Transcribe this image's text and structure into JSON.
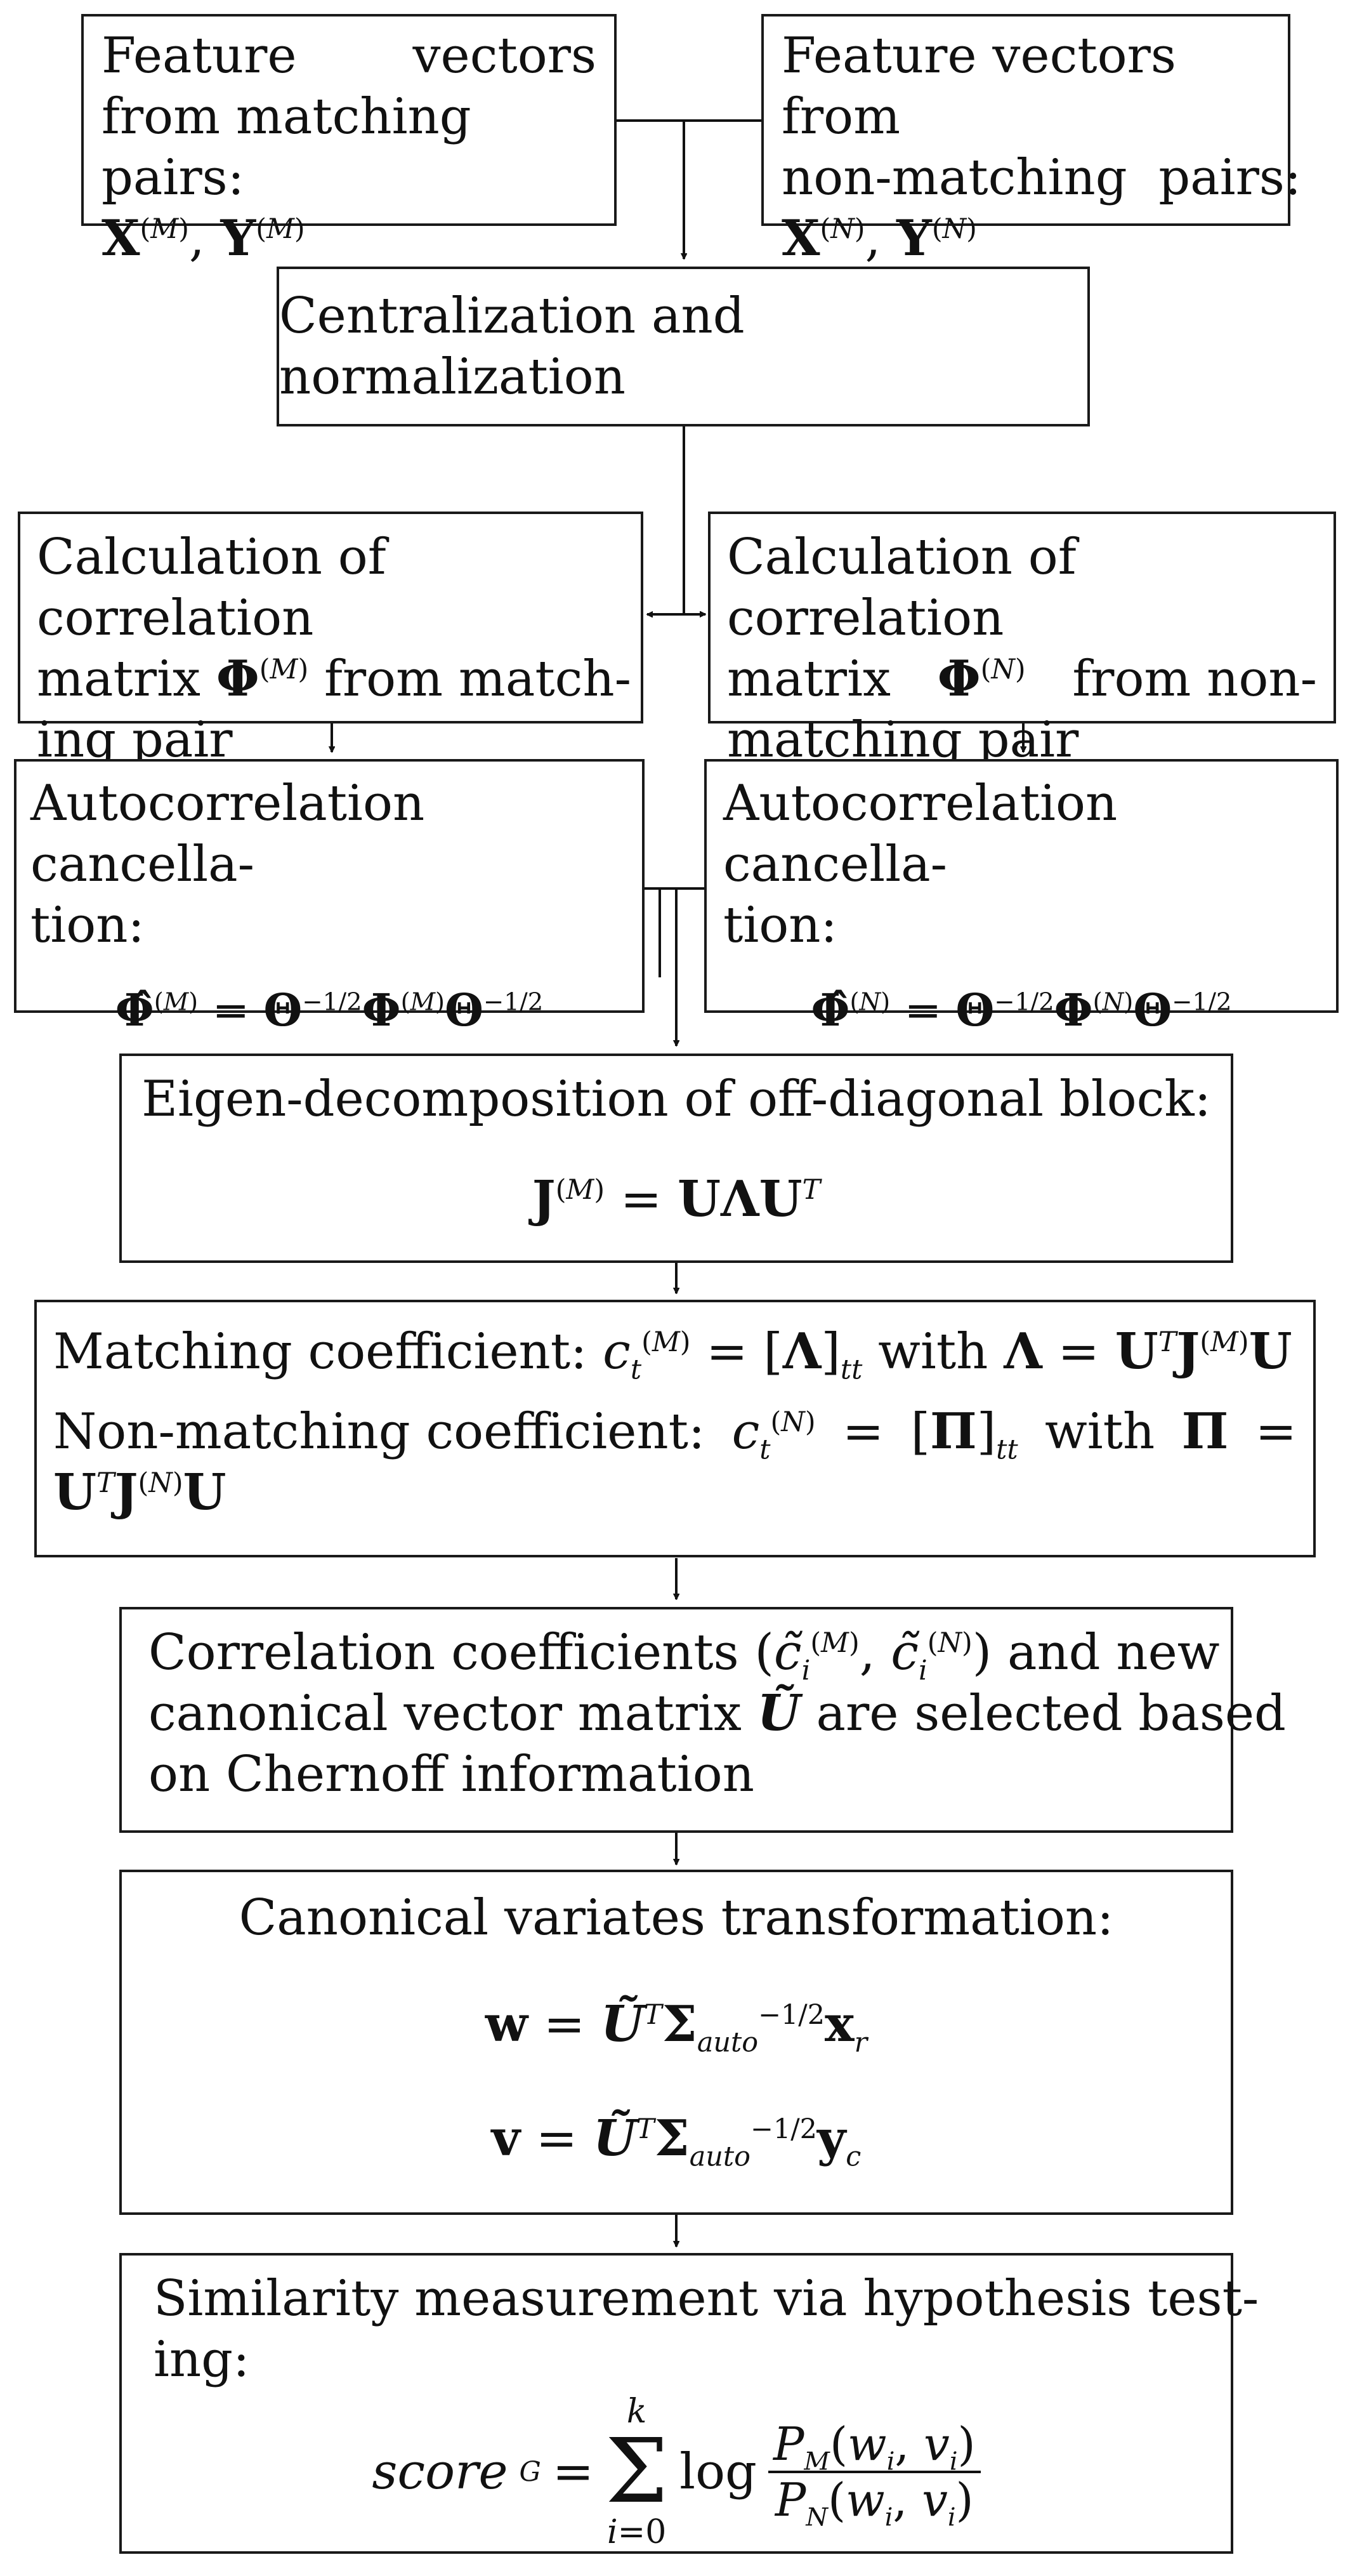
{
  "boxes": {
    "matching_inputs": {
      "line1_a": "Feature",
      "line1_b": "vectors",
      "line2": "from matching pairs:"
    },
    "nonmatching_inputs": {
      "line1": "Feature vectors from",
      "line2": "non-matching  pairs:"
    },
    "centralization": {
      "label": "Centralization and normalization"
    },
    "corr_matching": {
      "line1": "Calculation of correlation",
      "line2_a": "matrix",
      "line2_b": "from match-",
      "line3": "ing pair"
    },
    "corr_nonmatching": {
      "line1": "Calculation of correlation",
      "line2_a": "matrix",
      "line2_b": "from non-",
      "line3": "matching pair"
    },
    "autocorr_matching": {
      "line1": "Autocorrelation cancella-",
      "line2": "tion:"
    },
    "autocorr_nonmatching": {
      "line1": "Autocorrelation cancella-",
      "line2": "tion:"
    },
    "eigen": {
      "line1": "Eigen-decomposition of off-diagonal block:"
    },
    "coefficients": {
      "match_label": "Matching coefficient:",
      "match_with": "with",
      "nonmatch_label": "Non-matching coefficient:",
      "nonmatch_with": "with"
    },
    "selection": {
      "line1_a": "Correlation coefficients",
      "line1_b": "and new",
      "line2_a": "canonical vector matrix",
      "line2_b": "are selected based",
      "line3": "on Chernoff information"
    },
    "transformation": {
      "line1": "Canonical variates transformation:"
    },
    "similarity": {
      "line1": "Similarity measurement via hypothesis test-",
      "line2": "ing:"
    }
  }
}
